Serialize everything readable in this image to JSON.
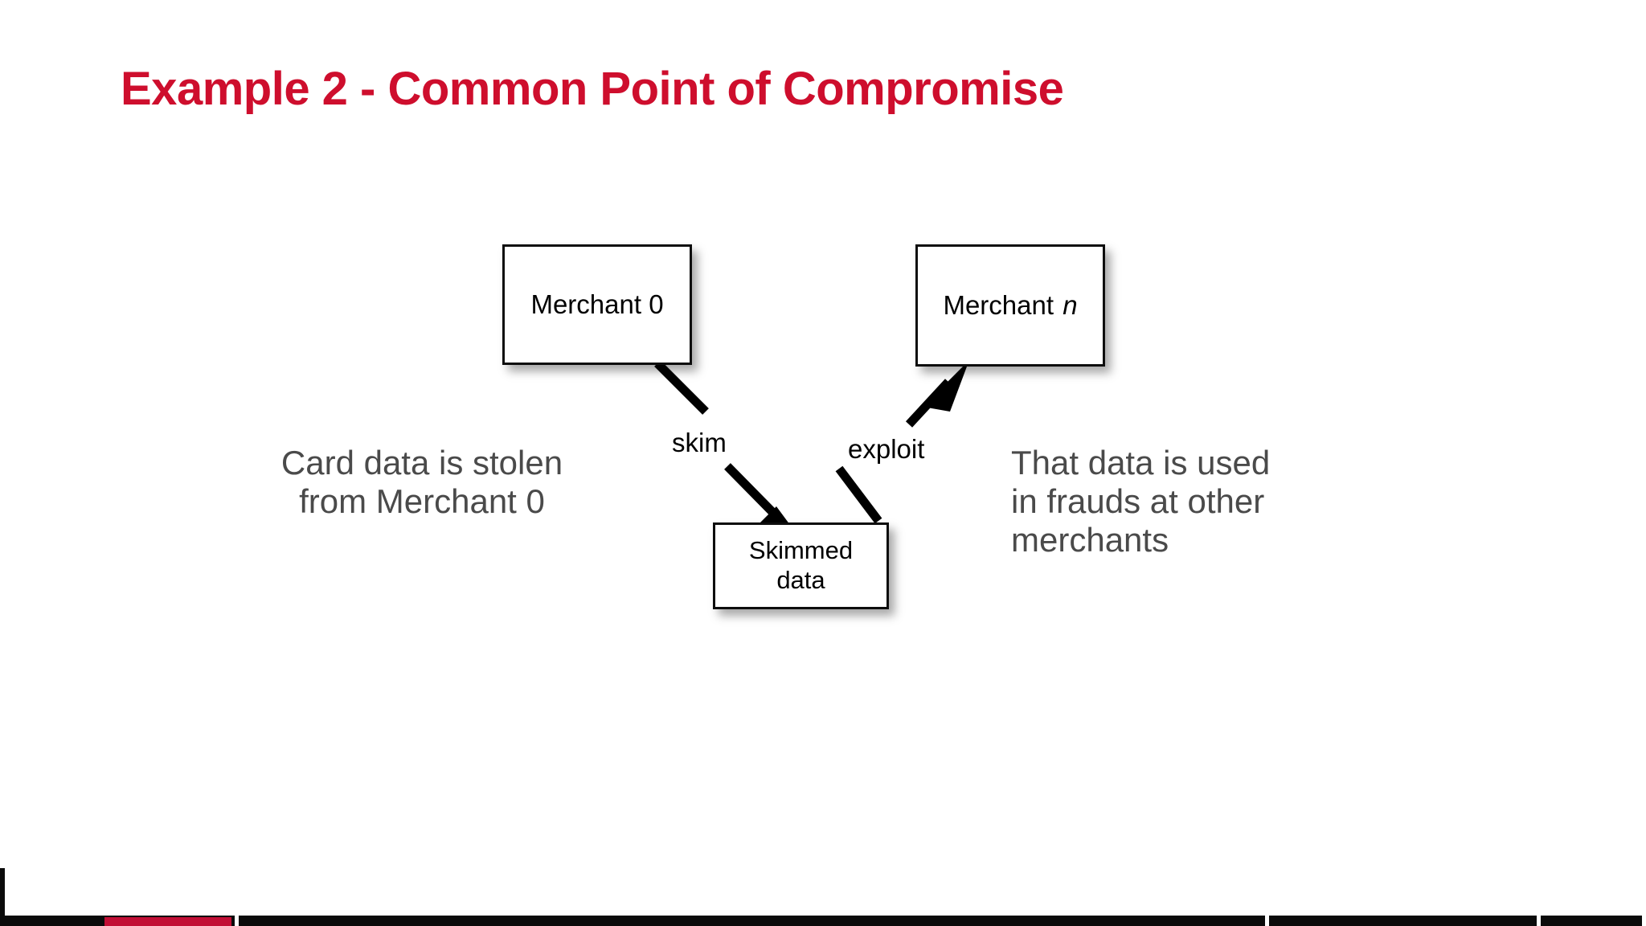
{
  "slide": {
    "title": "Example 2 - Common Point of Compromise",
    "title_color": "#CE0E2D",
    "background_color": "#FFFFFF"
  },
  "diagram": {
    "type": "flow",
    "nodes": [
      {
        "id": "merchant-0",
        "label": "Merchant 0",
        "label_plain": "Merchant",
        "label_emphasis": "0"
      },
      {
        "id": "merchant-n",
        "label": "Merchant n",
        "label_plain": "Merchant",
        "label_emphasis": "n"
      },
      {
        "id": "skimmed-data",
        "label": "Skimmed\ndata",
        "line1": "Skimmed",
        "line2": "data"
      }
    ],
    "edges": [
      {
        "id": "skim",
        "label": "skim",
        "from": "merchant-0",
        "to": "skimmed-data",
        "arrow": "to"
      },
      {
        "id": "exploit",
        "label": "exploit",
        "from": "skimmed-data",
        "to": "merchant-n",
        "arrow": "to"
      }
    ],
    "node_border_color": "#0D0D0D",
    "node_fill_color": "#FFFFFF",
    "edge_color": "#000000"
  },
  "captions": {
    "left": "Card data is stolen\nfrom Merchant 0",
    "right": "That data is used\nin frauds at other\nmerchants",
    "color": "#4A4A4A"
  },
  "footer": {
    "progress_color": "#C20E35",
    "rule_color": "#0B0B0B"
  }
}
